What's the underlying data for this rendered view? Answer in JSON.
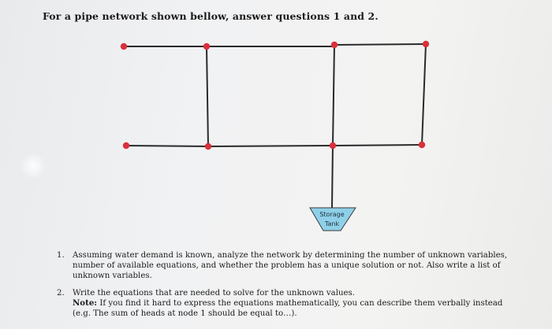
{
  "heading": "For a pipe network shown bellow, answer questions 1 and 2.",
  "tank": {
    "line1": "Storage",
    "line2": "Tank"
  },
  "questions": [
    {
      "number": "1.",
      "text": "Assuming water demand is known, analyze the network by determining the number of unknown variables, number of available equations, and whether the problem has a unique solution or not. Also write a list of unknown variables."
    },
    {
      "number": "2.",
      "text": "Write the equations that are needed to solve for the unknown values.",
      "note_label": "Note:",
      "note_text": "If you find it hard to express the equations mathematically, you can describe them verbally instead (e.g. The sum of heads at node 1 should be equal to…)."
    }
  ],
  "colors": {
    "node": "#d9303a",
    "pipe": "#2a2a2a",
    "tank": "#8fd0e8"
  }
}
